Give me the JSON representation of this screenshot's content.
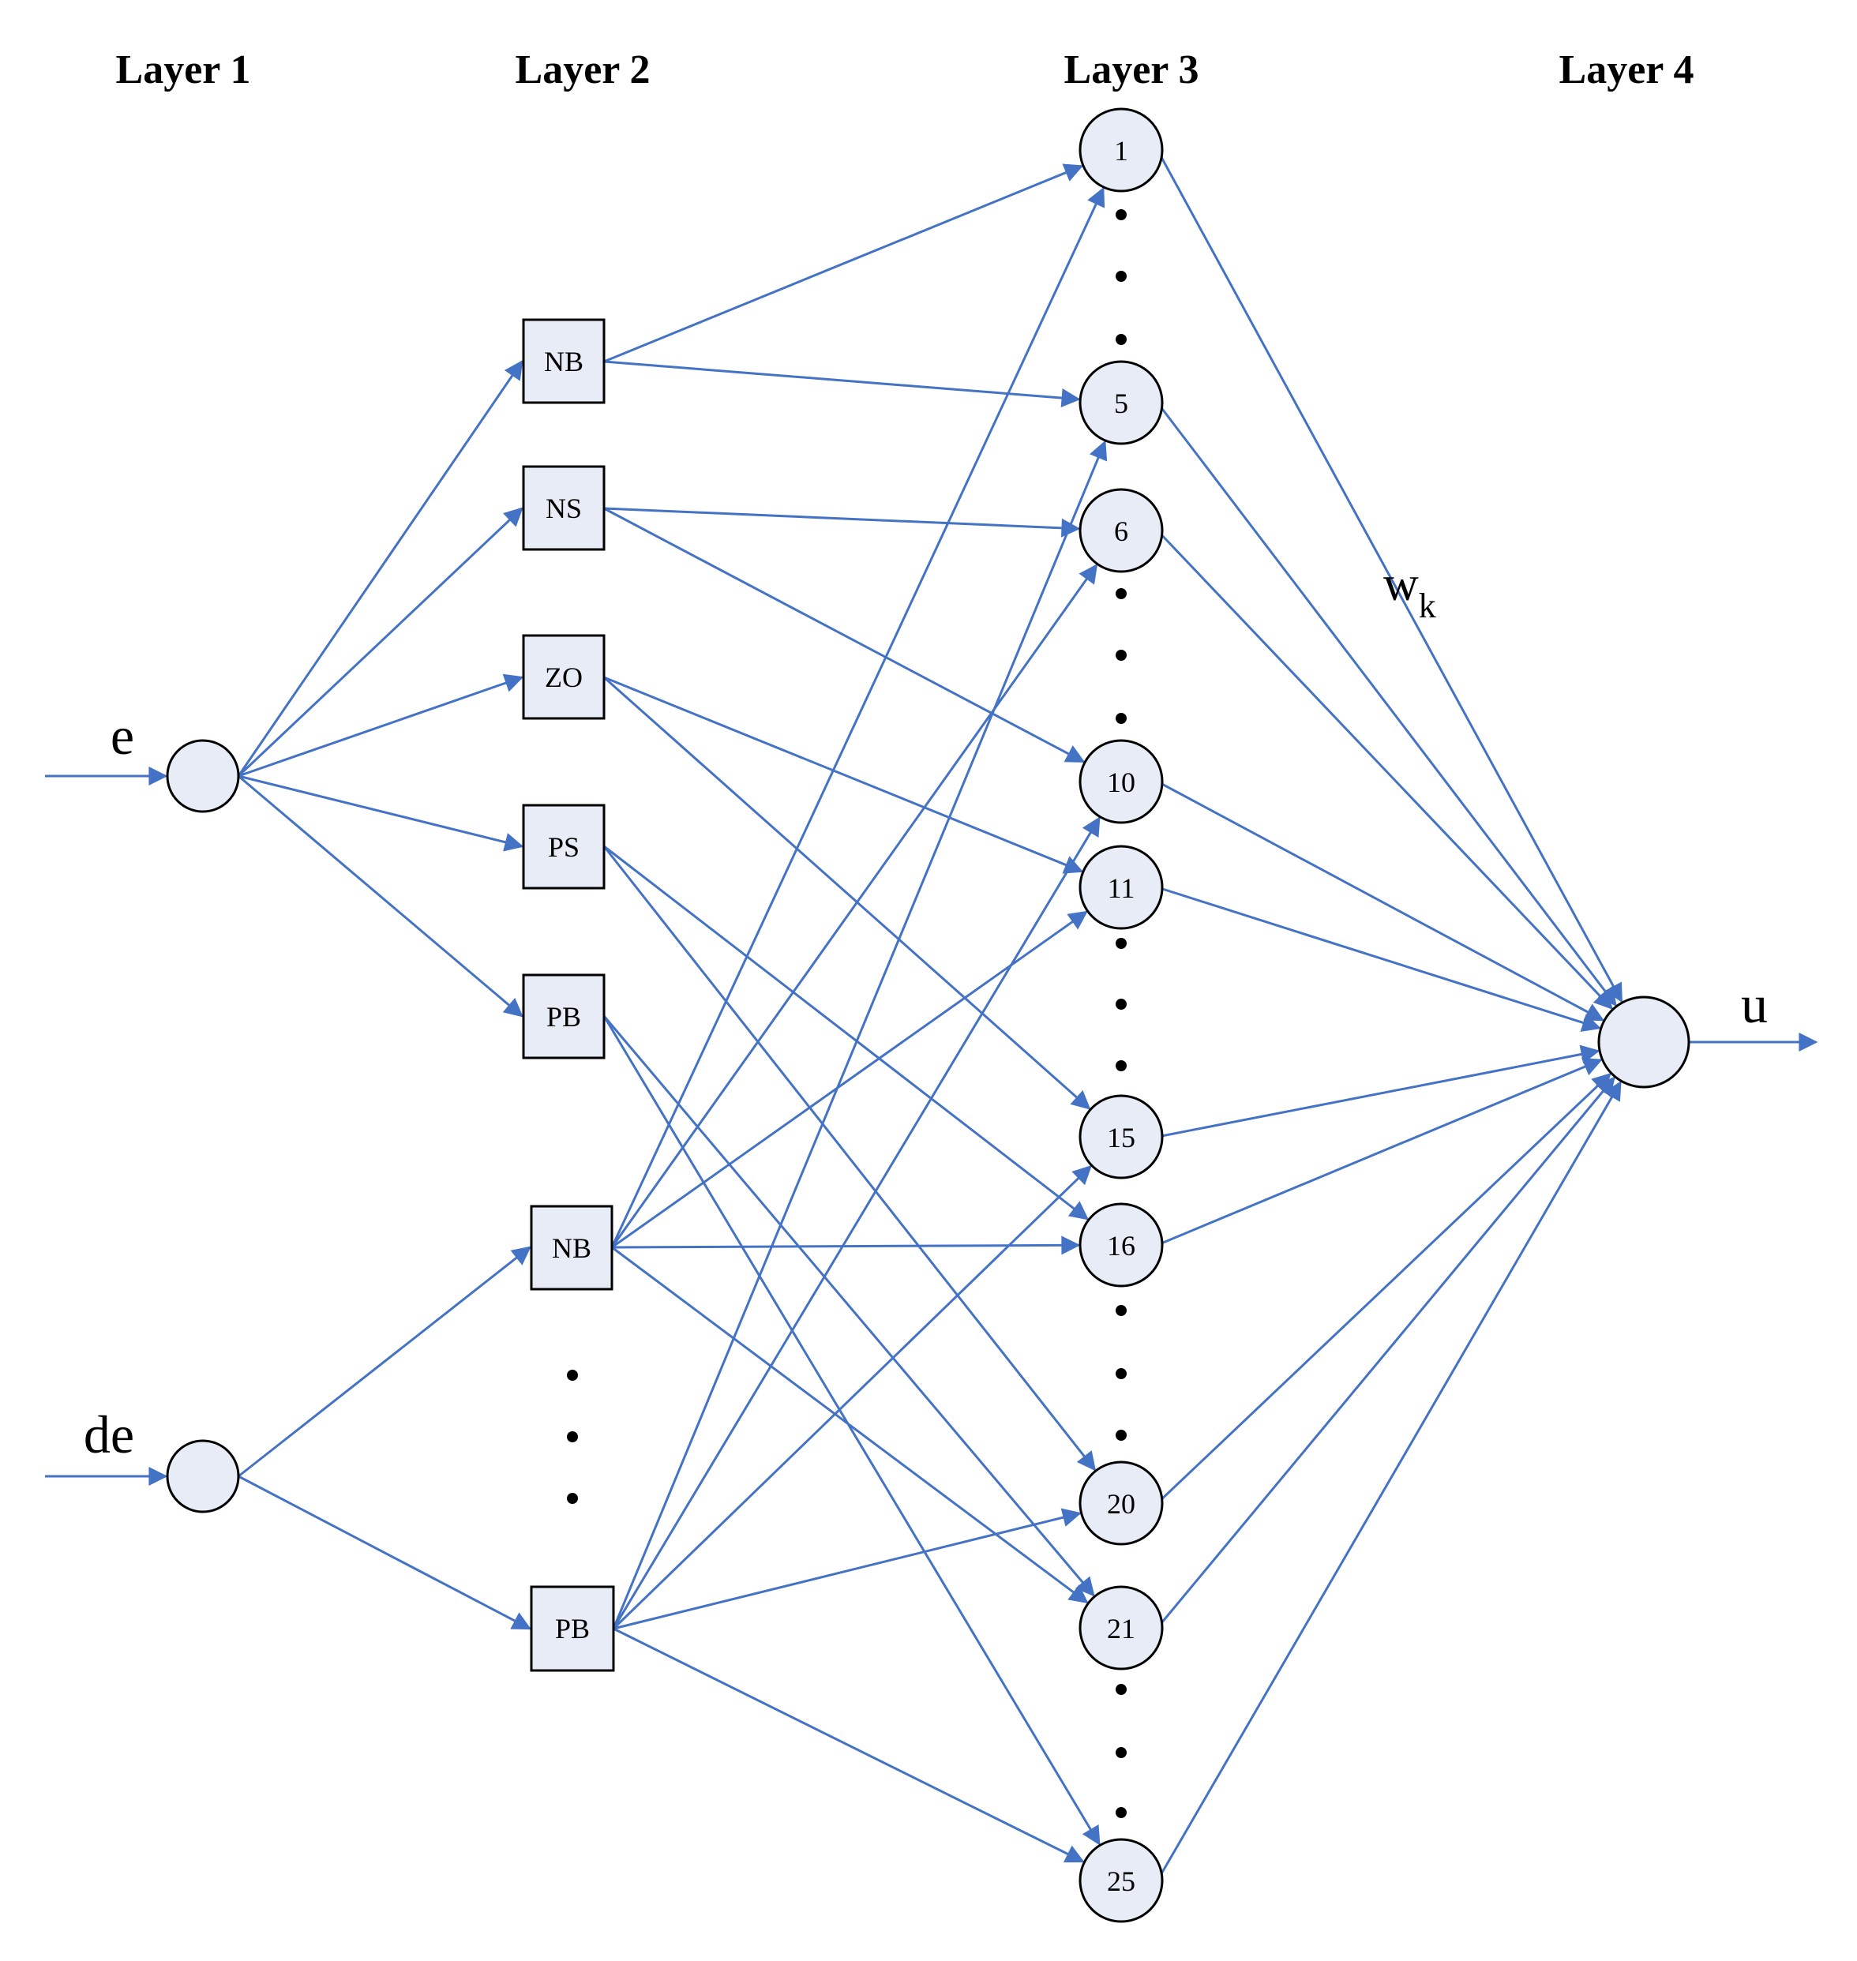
{
  "layers": [
    "Layer 1",
    "Layer 2",
    "Layer 3",
    "Layer 4"
  ],
  "inputs": {
    "e": "e",
    "de": "de"
  },
  "output": "u",
  "weight": {
    "main": "w",
    "sub": "k"
  },
  "layer2_e_nodes": [
    "NB",
    "NS",
    "ZO",
    "PS",
    "PB"
  ],
  "layer2_de_nodes": [
    "NB",
    "PB"
  ],
  "layer3_nodes": [
    "1",
    "5",
    "6",
    "10",
    "11",
    "15",
    "16",
    "20",
    "21",
    "25"
  ],
  "colors": {
    "edge": "#4472c4",
    "node_fill": "#e8ecf7",
    "stroke": "#000000"
  }
}
